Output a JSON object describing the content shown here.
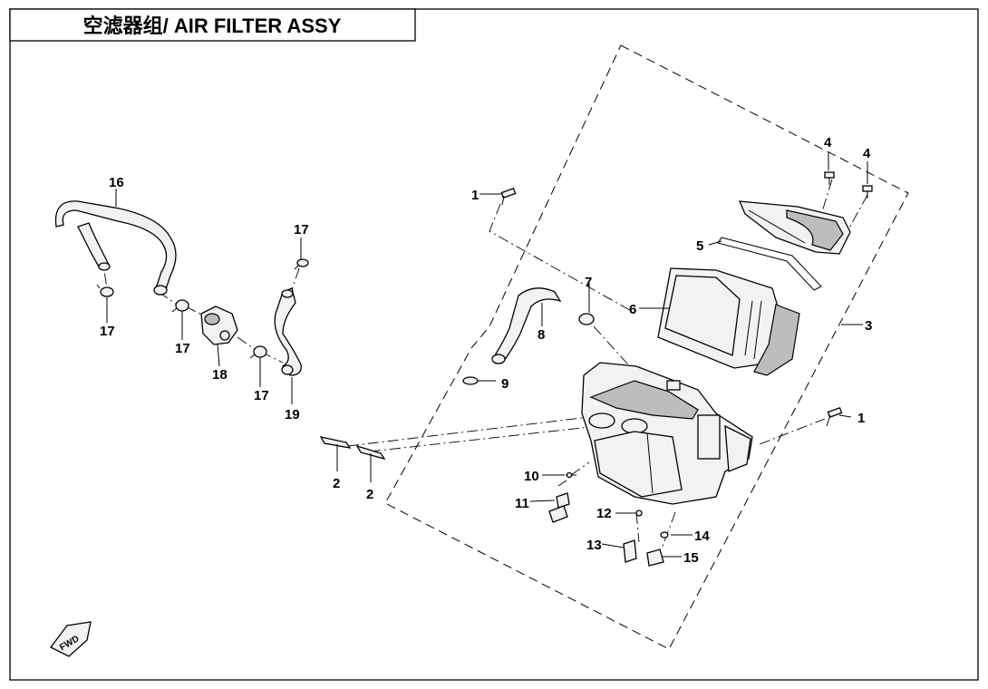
{
  "title": "空滤器组/ AIR FILTER ASSY",
  "fwd_label": "FWD",
  "callouts": {
    "c1a": "1",
    "c1b": "1",
    "c2a": "2",
    "c2b": "2",
    "c3": "3",
    "c4a": "4",
    "c4b": "4",
    "c5": "5",
    "c6": "6",
    "c7": "7",
    "c8": "8",
    "c9": "9",
    "c10": "10",
    "c11": "11",
    "c12": "12",
    "c13": "13",
    "c14": "14",
    "c15": "15",
    "c16": "16",
    "c17a": "17",
    "c17b": "17",
    "c17c": "17",
    "c17d": "17",
    "c18": "18",
    "c19": "19"
  }
}
